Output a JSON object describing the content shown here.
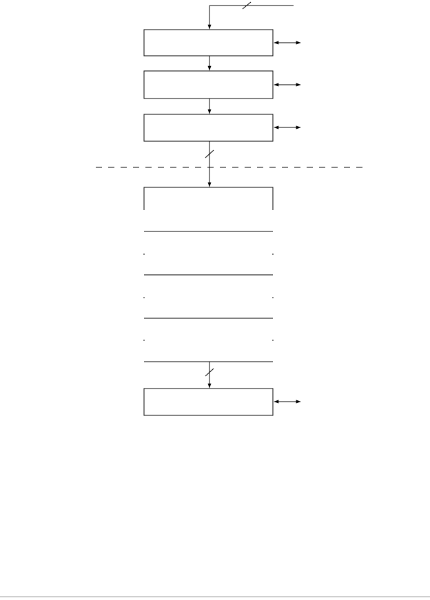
{
  "diagram": {
    "stroke_color": "#000000",
    "background_color": "#ffffff",
    "divider_color": "#000000",
    "page_rule_color": "#8a8a8a",
    "processing_blocks": [
      {
        "id": "block-1",
        "label": ""
      },
      {
        "id": "block-2",
        "label": ""
      },
      {
        "id": "block-3",
        "label": ""
      }
    ],
    "stack_blocks": [
      {
        "id": "stack-1",
        "label": ""
      },
      {
        "id": "stack-2",
        "label": ""
      },
      {
        "id": "stack-3",
        "label": ""
      },
      {
        "id": "stack-4",
        "label": ""
      }
    ],
    "output_block": {
      "id": "output-block",
      "label": ""
    }
  }
}
